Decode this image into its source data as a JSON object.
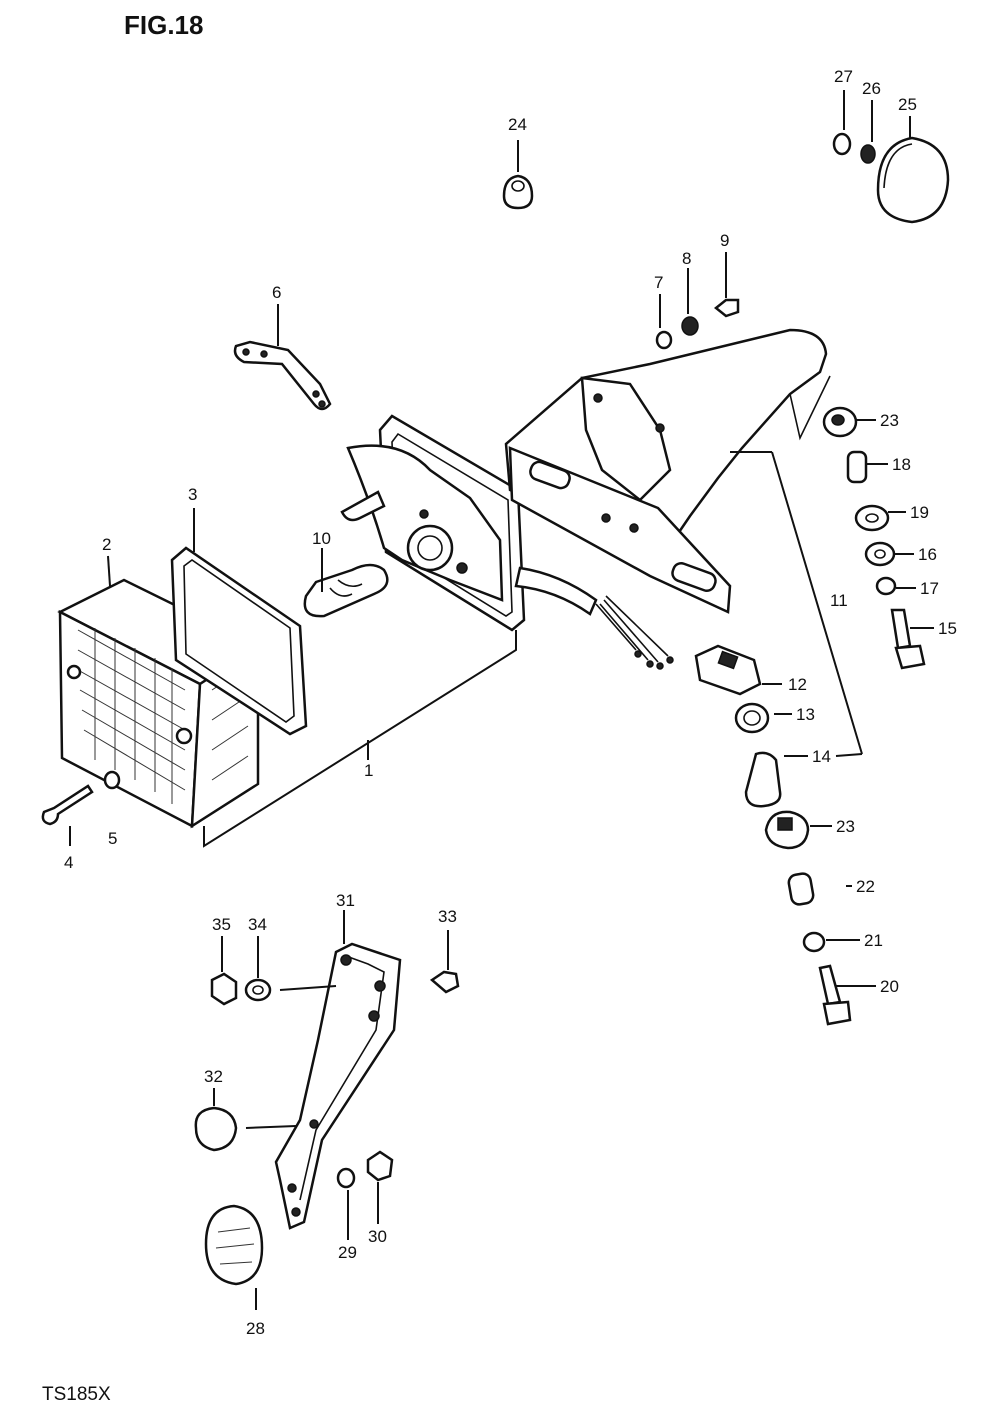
{
  "figure": {
    "title": "FIG.18",
    "model": "TS185X"
  },
  "callouts": {
    "c1": "1",
    "c2": "2",
    "c3": "3",
    "c4": "4",
    "c5": "5",
    "c6": "6",
    "c7": "7",
    "c8": "8",
    "c9": "9",
    "c10": "10",
    "c11": "11",
    "c12": "12",
    "c13": "13",
    "c14": "14",
    "c15": "15",
    "c16": "16",
    "c17": "17",
    "c18": "18",
    "c19": "19",
    "c20": "20",
    "c21": "21",
    "c22": "22",
    "c23a": "23",
    "c23b": "23",
    "c24": "24",
    "c25": "25",
    "c26": "26",
    "c27": "27",
    "c28": "28",
    "c29": "29",
    "c30": "30",
    "c31": "31",
    "c32": "32",
    "c33": "33",
    "c34": "34",
    "c35": "35"
  }
}
